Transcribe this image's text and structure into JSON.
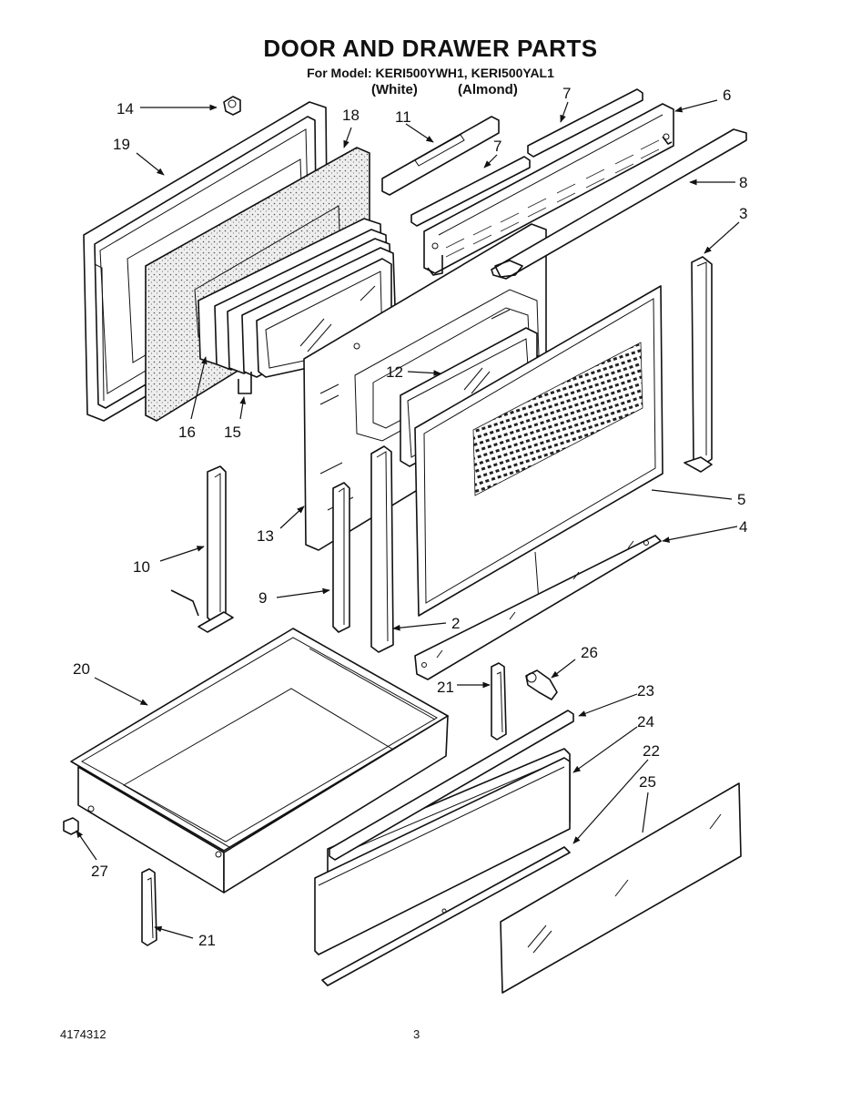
{
  "header": {
    "title": "DOOR AND DRAWER PARTS",
    "model_line": "For Model: KERI500YWH1, KERI500YAL1",
    "variant_white": "(White)",
    "variant_almond": "(Almond)"
  },
  "footer": {
    "doc_number": "4174312",
    "page_number": "3"
  },
  "callouts": {
    "c1": "14",
    "c2": "18",
    "c3": "19",
    "c4": "11",
    "c5": "7",
    "c6": "7",
    "c7": "6",
    "c8": "8",
    "c9": "3",
    "c10": "12",
    "c11": "16",
    "c12": "15",
    "c13": "5",
    "c14": "4",
    "c15": "13",
    "c16": "10",
    "c17": "9",
    "c18": "2",
    "c19": "20",
    "c20": "26",
    "c21": "21",
    "c22": "23",
    "c23": "24",
    "c24": "22",
    "c25": "25",
    "c26": "27",
    "c27": "21"
  }
}
